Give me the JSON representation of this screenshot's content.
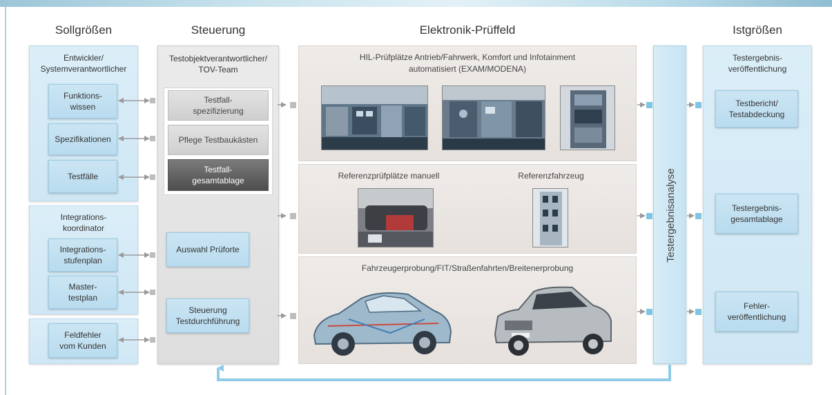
{
  "headers": {
    "sollgroessen": "Sollgrößen",
    "steuerung": "Steuerung",
    "pruefeld": "Elektronik-Prüffeld",
    "istgroessen": "Istgrößen"
  },
  "soll": {
    "group1_title": "Entwickler/\nSystemverantwortlicher",
    "funktionswissen": "Funktions-\nwissen",
    "spezifikationen": "Spezifikationen",
    "testfaelle": "Testfälle",
    "group2_title": "Integrations-\nkoordinator",
    "integrationsstufenplan": "Integrations-\nstufenplan",
    "mastertestplan": "Master-\ntestplan",
    "feldfehler": "Feldfehler\nvom Kunden"
  },
  "steuerung": {
    "title": "Testobjektverantwortlicher/\nTOV-Team",
    "testfallspezifizierung": "Testfall-\nspezifizierung",
    "pflege": "Pflege Testbaukästen",
    "gesamtablage": "Testfall-\ngesamtablage",
    "auswahl": "Auswahl Prüforte",
    "durchfuehrung": "Steuerung\nTestdurchführung"
  },
  "pruefeld": {
    "hil_title": "HIL-Prüfplätze Antrieb/Fahrwerk, Komfort und Infotainment\nautomatisiert (EXAM/MODENA)",
    "referenz_manuell": "Referenzprüfplätze manuell",
    "referenzfahrzeug": "Referenzfahrzeug",
    "fahrzeugerprobung": "Fahrzeugerprobung/FIT/Straßenfahrten/Breitenerprobung"
  },
  "analyse": {
    "label": "Testergebnisanalyse"
  },
  "ist": {
    "title": "Testergebnis-\nveröffentlichung",
    "testbericht": "Testbericht/\nTestabdeckung",
    "gesamtablage": "Testergebnis-\ngesamtablage",
    "fehler": "Fehler-\nveröffentlichung"
  },
  "colors": {
    "blue_fill": "#c4e2f2",
    "blue_accent": "#7fc4e3",
    "grey_fill": "#e3e3e3",
    "dark_box": "#5a5a5a",
    "arrow": "#9a9a9a",
    "feedback_arrow": "#8fcbe6"
  }
}
